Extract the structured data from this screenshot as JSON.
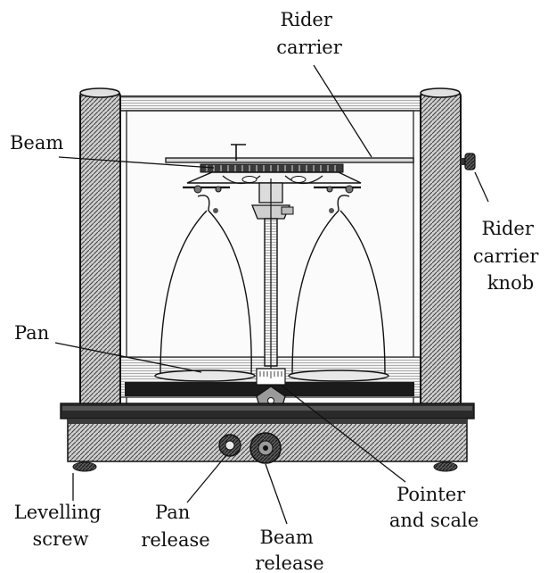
{
  "diagram": {
    "labels": {
      "rider_carrier": [
        "Rider",
        "carrier"
      ],
      "beam": [
        "Beam"
      ],
      "rider_carrier_knob": [
        "Rider",
        "carrier",
        "knob"
      ],
      "pan": [
        "Pan"
      ],
      "levelling_screw": [
        "Levelling",
        "screw"
      ],
      "pan_release": [
        "Pan",
        "release"
      ],
      "beam_release": [
        "Beam",
        "release"
      ],
      "pointer_and_scale": [
        "Pointer",
        "and scale"
      ]
    }
  }
}
